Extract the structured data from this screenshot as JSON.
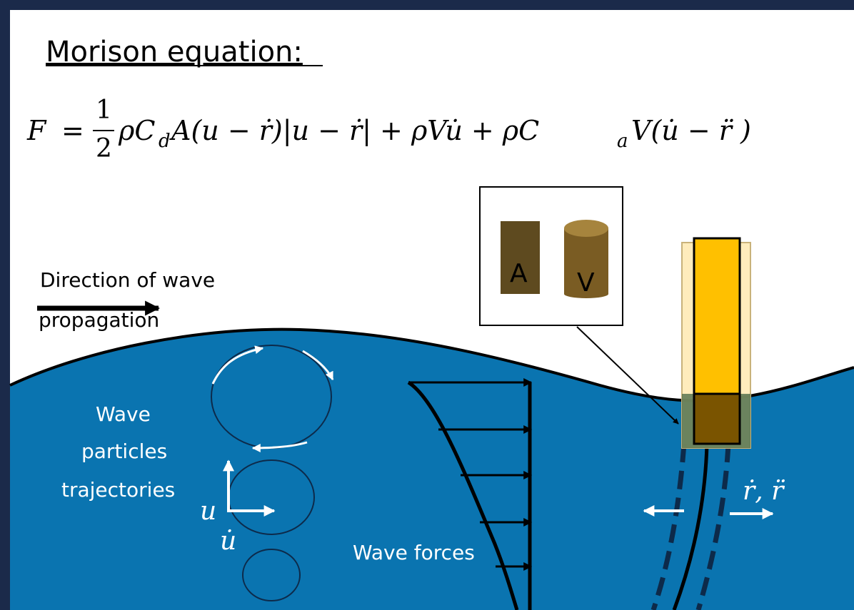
{
  "title": "Morison equation:",
  "equation": {
    "lhs": "F",
    "eq": "=",
    "frac_num": "1",
    "frac_den": "2",
    "rest": "ρC",
    "sub_d": "d",
    "term1": "A(u − ṙ)|u − ṙ| + ρVu̇ +  ρC",
    "sub_a": "a",
    "term2": "V(u̇ − r̈ )"
  },
  "labels": {
    "direction_line1": "Direction of wave",
    "direction_line2": "propagation",
    "particles_line1": "Wave",
    "particles_line2": "particles",
    "particles_line3": "trajectories",
    "u": "u",
    "u_dot": "u̇",
    "wave_forces": "Wave forces",
    "r_label": "ṙ, r̈",
    "box_a": "A",
    "box_v": "V"
  },
  "colors": {
    "background_border": "#1b2a4a",
    "sky": "#ffffff",
    "water": "#0a74b0",
    "pile": "#ffc000",
    "area_box": "#5e4a1f",
    "cylinder": "#7a5c23"
  }
}
